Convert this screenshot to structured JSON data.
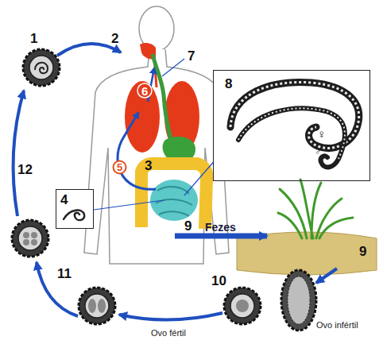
{
  "diagram": {
    "nodes": [
      {
        "text": [
          "8",
          "♀",
          "♂"
        ]
      },
      {
        "text": [
          "5"
        ]
      },
      {
        "text": [
          "4"
        ]
      }
    ],
    "labels": [
      "1",
      "2",
      "7",
      "6",
      "3",
      "12",
      "9",
      "Fezes",
      "9",
      "11",
      "10",
      "Ovo infértil",
      "Ovo fértil"
    ]
  }
}
